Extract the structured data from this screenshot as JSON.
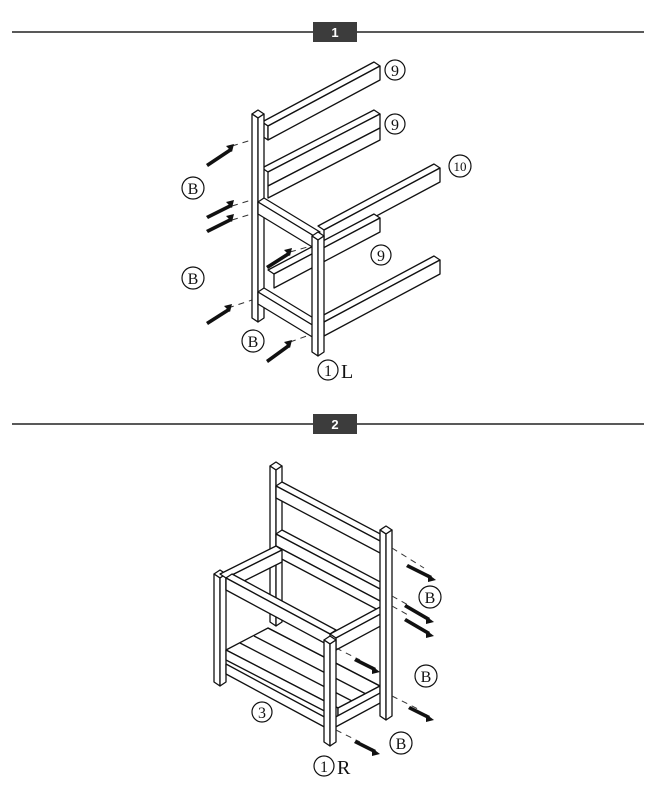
{
  "colors": {
    "badge": "#3c3c3c",
    "line": "#111111",
    "background": "#ffffff"
  },
  "steps": [
    {
      "number": "1",
      "callouts": {
        "rail_top": "9",
        "rail_mid": "9",
        "rail_long": "10",
        "rail_low": "9",
        "screws_upper": "B",
        "screws_lower": "B",
        "screws_bottom": "B",
        "side_frame": "1",
        "side_suffix": "L"
      }
    },
    {
      "number": "2",
      "callouts": {
        "screws_upper": "B",
        "screws_mid": "B",
        "screws_lower": "B",
        "shelf": "3",
        "side_frame": "1",
        "side_suffix": "R"
      }
    }
  ]
}
